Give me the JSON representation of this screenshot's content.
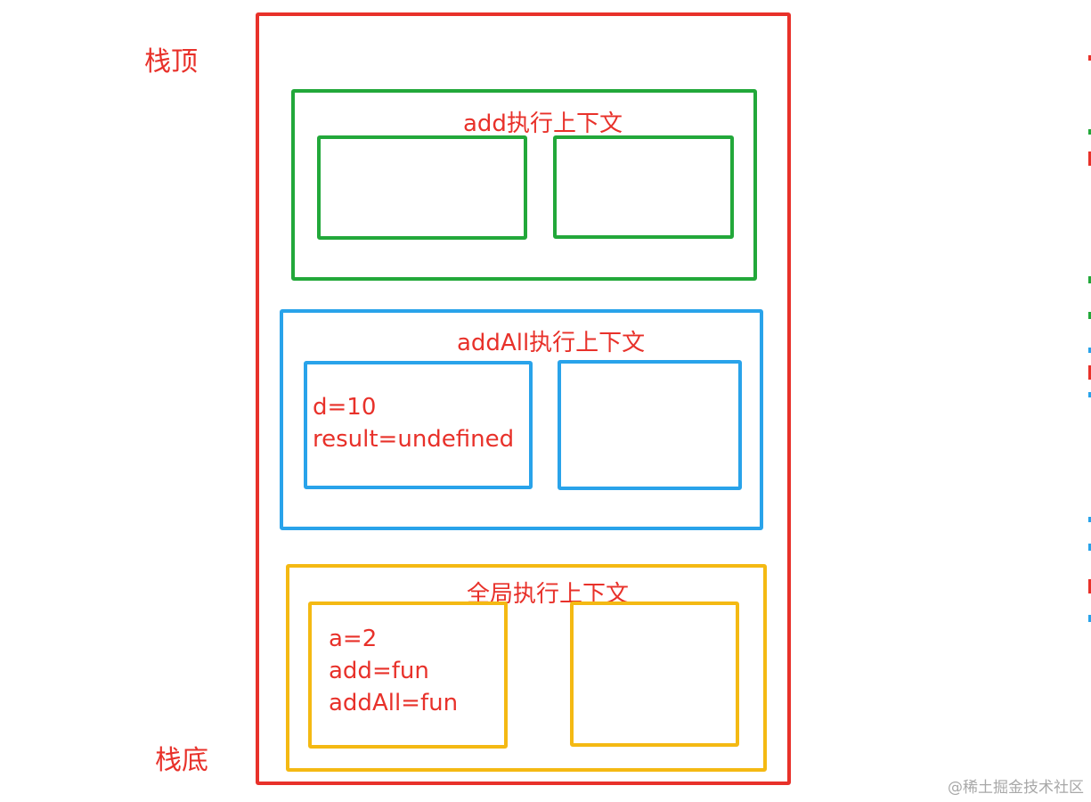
{
  "stack": {
    "top_label": "栈顶",
    "bottom_label": "栈底"
  },
  "contexts": {
    "add": {
      "title": "add执行上下文"
    },
    "addAll": {
      "title": "addAll执行上下文",
      "variables": [
        "d=10",
        "result=undefined"
      ]
    },
    "global": {
      "title": "全局执行上下文",
      "variables": [
        "a=2",
        "add=fun",
        "addAll=fun"
      ]
    }
  },
  "watermark": "@稀土掘金技术社区",
  "colors": {
    "stack_border": "#e8312a",
    "text": "#e8312a",
    "add_border": "#22a83a",
    "addAll_border": "#29a3ea",
    "global_border": "#f4b913"
  }
}
